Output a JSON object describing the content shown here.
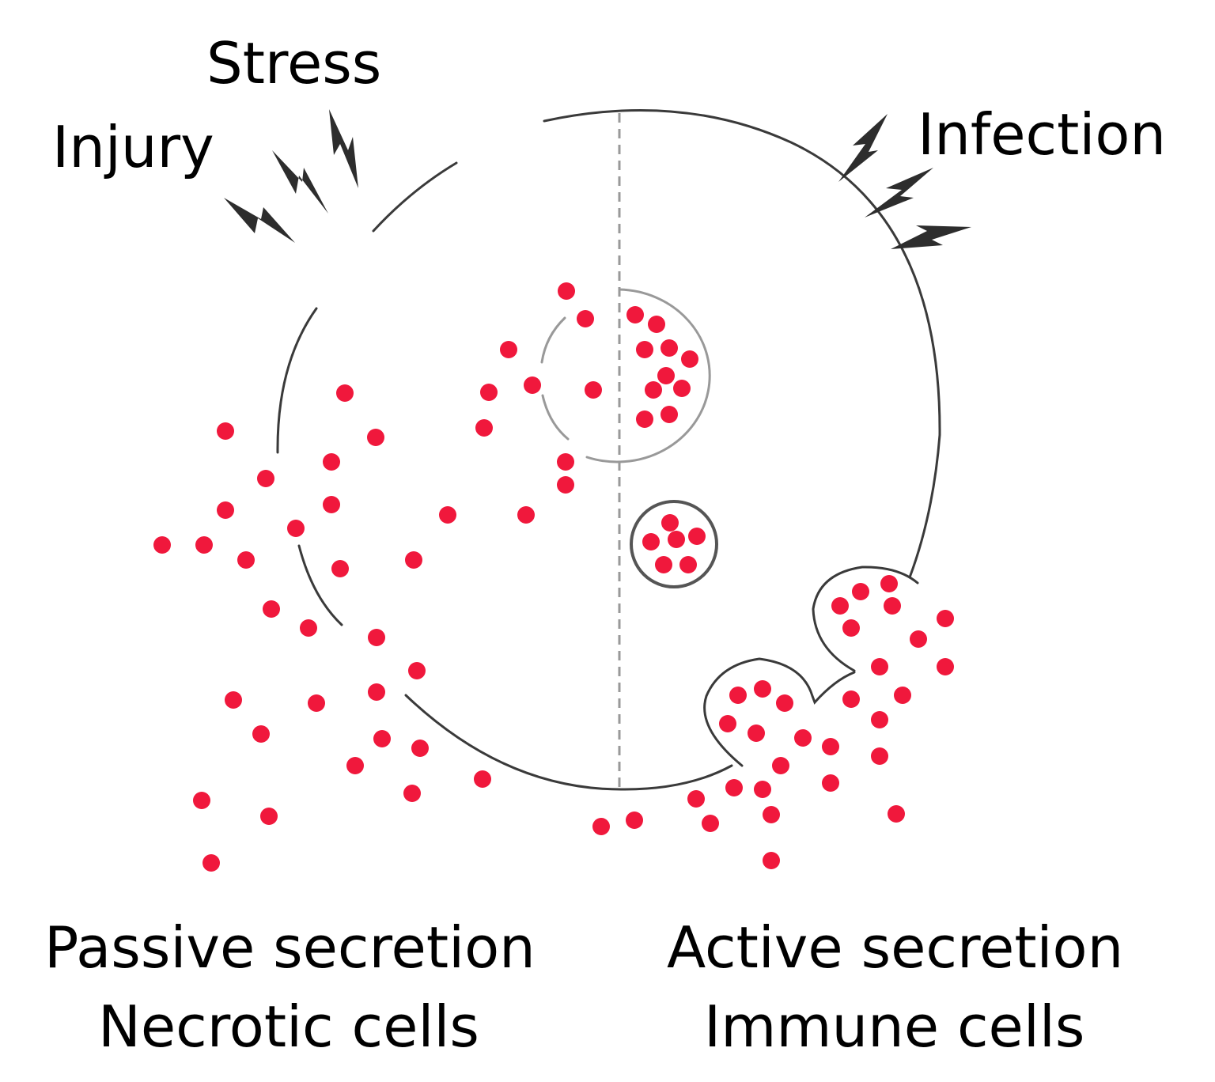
{
  "labels": {
    "stress": "Stress",
    "injury": "Injury",
    "infection": "Infection",
    "passive_line1": "Passive secretion",
    "passive_line2": "Necrotic cells",
    "active_line1": "Active secretion",
    "active_line2": "Immune cells"
  },
  "colors": {
    "particle": "#f0183c",
    "membrane": "#3a3a3a",
    "bolt": "#2d2d2d"
  },
  "icons": {
    "stress_bolts": "lightning-bolt-icon",
    "infection_bolts": "lightning-bolt-icon"
  }
}
